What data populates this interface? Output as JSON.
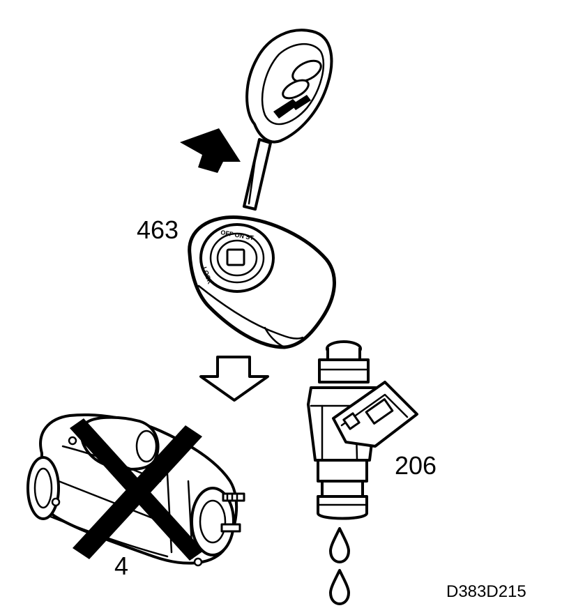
{
  "labels": {
    "ignition_switch": "463",
    "fuel_injector": "206",
    "starter_motor": "4",
    "figure_code": "D383D215"
  },
  "switch_markings": {
    "off_on_st": "OFF ON ST",
    "lock": "LOCK"
  },
  "colors": {
    "ink": "#000000",
    "paper": "#ffffff"
  },
  "icons": [
    "remote-key-icon",
    "up-arrow-icon",
    "ignition-switch-icon",
    "down-arrow-icon",
    "fuel-injector-icon",
    "fuel-drop-icon",
    "starter-motor-icon",
    "cross-out-icon"
  ]
}
